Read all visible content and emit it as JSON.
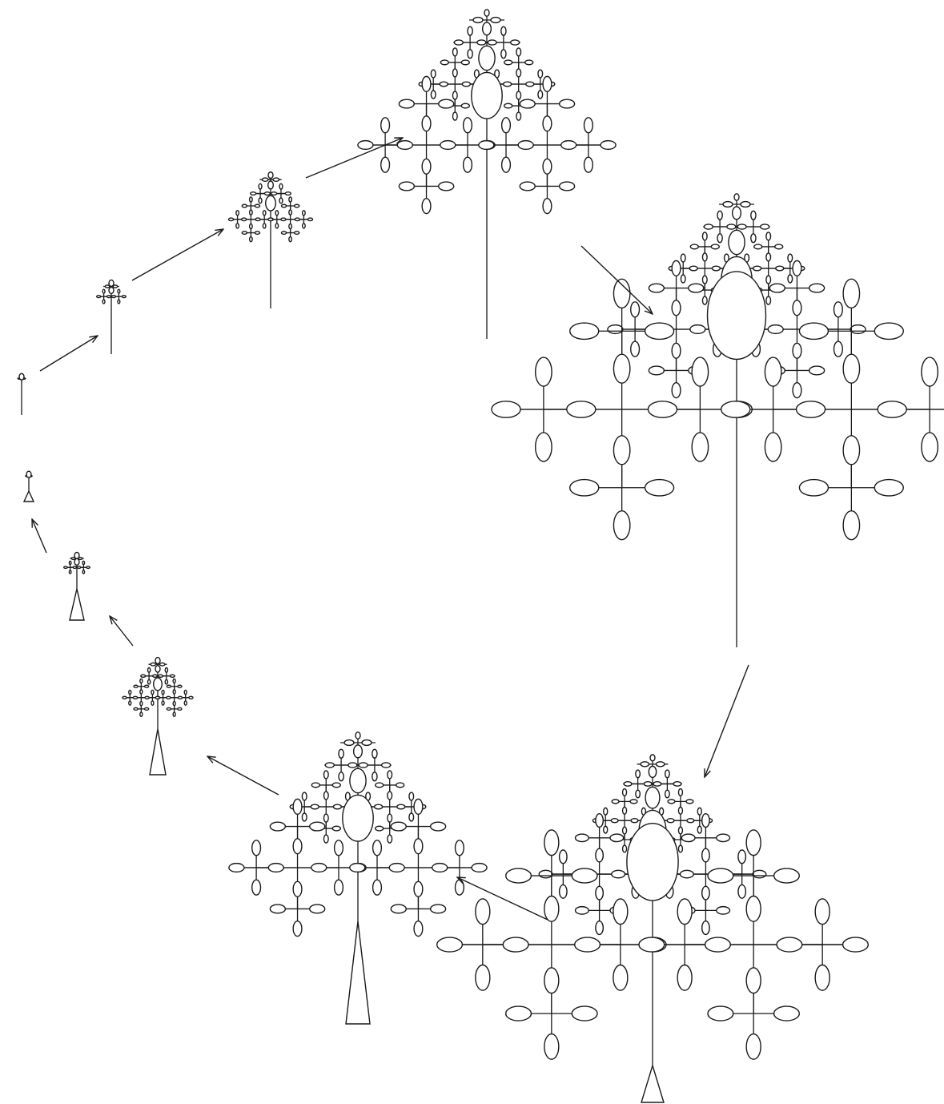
{
  "diagram": {
    "kind": "growth-cycle",
    "line_color": "#1a1a1a",
    "background": "#ffffff",
    "stages": [
      {
        "id": "seedling",
        "depth": 1,
        "trunk": "line"
      },
      {
        "id": "sapling",
        "depth": 2,
        "trunk": "line"
      },
      {
        "id": "young-tree",
        "depth": 3,
        "trunk": "line"
      },
      {
        "id": "tree",
        "depth": 4,
        "trunk": "line"
      },
      {
        "id": "mature-tree",
        "depth": 5,
        "trunk": "line"
      },
      {
        "id": "old-tree",
        "depth": 5,
        "trunk": "cone"
      },
      {
        "id": "declining-tree",
        "depth": 4,
        "trunk": "cone"
      },
      {
        "id": "dying-tree",
        "depth": 3,
        "trunk": "cone"
      },
      {
        "id": "dead-tree",
        "depth": 2,
        "trunk": "cone"
      },
      {
        "id": "remnant",
        "depth": 1,
        "trunk": "cone"
      }
    ],
    "arrows": [
      {
        "from": "seedling",
        "to": "sapling"
      },
      {
        "from": "sapling",
        "to": "young-tree"
      },
      {
        "from": "young-tree",
        "to": "tree"
      },
      {
        "from": "tree",
        "to": "mature-tree"
      },
      {
        "from": "mature-tree",
        "to": "old-tree"
      },
      {
        "from": "old-tree",
        "to": "declining-tree"
      },
      {
        "from": "declining-tree",
        "to": "dying-tree"
      },
      {
        "from": "dying-tree",
        "to": "dead-tree"
      },
      {
        "from": "dead-tree",
        "to": "remnant"
      }
    ]
  }
}
